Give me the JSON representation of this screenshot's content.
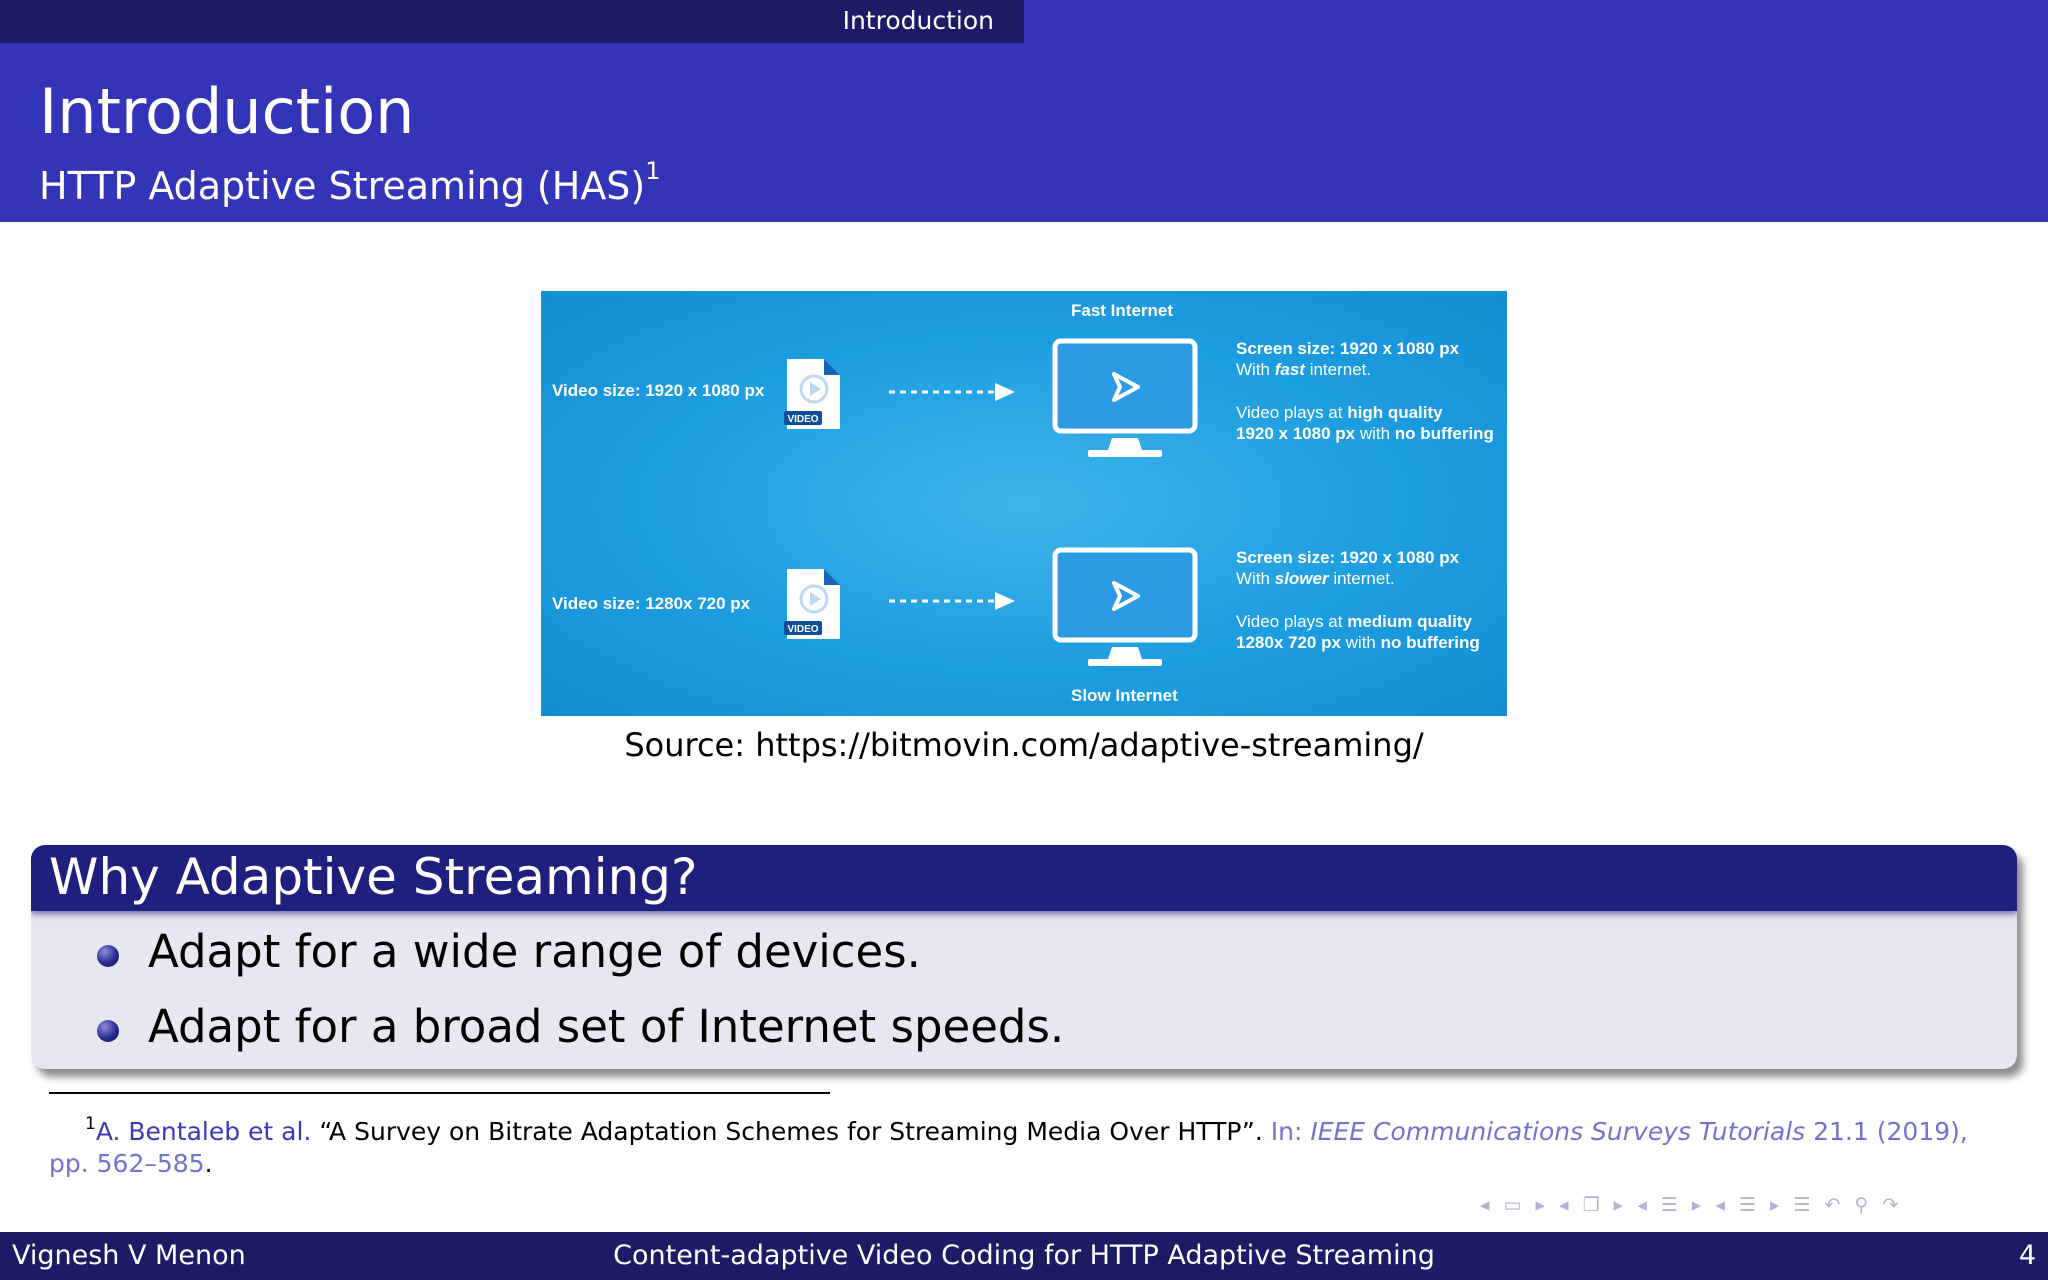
{
  "header": {
    "section": "Introduction",
    "title": "Introduction",
    "subtitle": "HTTP Adaptive Streaming (HAS)",
    "subtitle_footnote_mark": "1"
  },
  "figure": {
    "fast_label": "Fast Internet",
    "slow_label": "Slow Internet",
    "video_tag": "VIDEO",
    "rows": [
      {
        "video_size": "Video size: 1920 x 1080 px",
        "screen_size": "Screen size: 1920 x 1080 px",
        "with_prefix": "With ",
        "with_word": "fast",
        "with_suffix": " internet.",
        "plays_prefix": "Video plays at ",
        "plays_quality": "high quality",
        "plays_res": "1920 x 1080 px",
        "plays_mid": " with ",
        "plays_end": "no buffering"
      },
      {
        "video_size": "Video size: 1280x 720 px",
        "screen_size": "Screen size: 1920 x 1080 px",
        "with_prefix": "With ",
        "with_word": "slower",
        "with_suffix": " internet.",
        "plays_prefix": "Video plays at ",
        "plays_quality": "medium quality",
        "plays_res": "1280x 720 px",
        "plays_mid": " with ",
        "plays_end": "no buffering"
      }
    ],
    "source": "Source:  https://bitmovin.com/adaptive-streaming/"
  },
  "block": {
    "title": "Why Adaptive Streaming?",
    "items": [
      "Adapt for a wide range of devices.",
      "Adapt for a broad set of Internet speeds."
    ]
  },
  "footnote": {
    "mark": "1",
    "authors": "A. Bentaleb et al.",
    "title": " “A Survey on Bitrate Adaptation Schemes for Streaming Media Over HTTP”. ",
    "in": "In: ",
    "journal": "IEEE Communications Surveys Tutorials",
    "details": " 21.1 (2019),",
    "pages": "pp. 562–585",
    "end": "."
  },
  "footer": {
    "author": "Vignesh V Menon",
    "talk_title": "Content-adaptive Video Coding for HTTP Adaptive Streaming",
    "page_number": "4"
  },
  "nav_icons": [
    "nav-prev-frame-icon",
    "nav-frame-icon",
    "nav-next-frame-icon",
    "nav-prev-subsection-icon",
    "nav-subsection-icon",
    "nav-next-subsection-icon",
    "nav-prev-section-icon",
    "nav-section-icon",
    "nav-next-section-icon",
    "nav-document-icon",
    "nav-back-icon",
    "nav-search-icon",
    "nav-forward-icon"
  ]
}
